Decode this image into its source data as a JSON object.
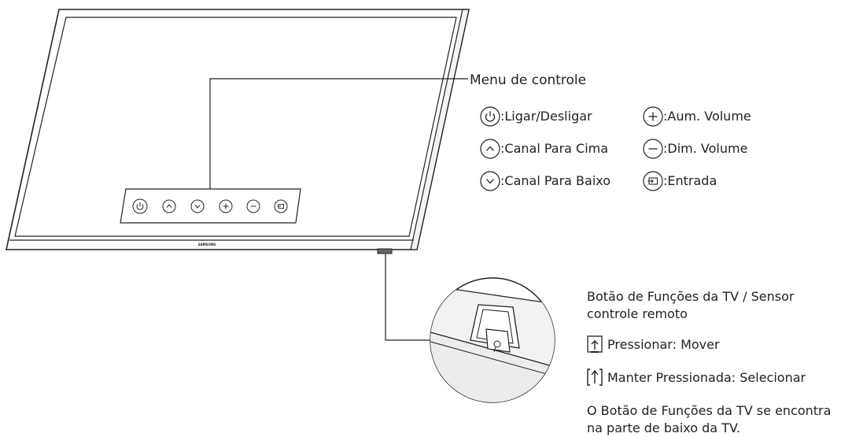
{
  "control_menu": {
    "title": "Menu de controle",
    "items": [
      {
        "icon": "power-icon",
        "label": ":Ligar/Desligar"
      },
      {
        "icon": "channel-up-icon",
        "label": ":Canal Para Cima"
      },
      {
        "icon": "channel-down-icon",
        "label": ":Canal Para Baixo"
      },
      {
        "icon": "volume-up-icon",
        "label": ":Aum. Volume"
      },
      {
        "icon": "volume-down-icon",
        "label": ":Dim. Volume"
      },
      {
        "icon": "source-icon",
        "label": ":Entrada"
      }
    ]
  },
  "tv": {
    "brand": "SAMSUNG"
  },
  "controller": {
    "title": "Botão de Funções da TV / Sensor controle remoto",
    "actions": [
      {
        "icon": "press-icon",
        "label": "Pressionar: Mover"
      },
      {
        "icon": "press-hold-icon",
        "label": "Manter Pressionada: Selecionar"
      }
    ],
    "note": "O Botão de Funções da TV se encontra na parte de baixo da TV."
  }
}
